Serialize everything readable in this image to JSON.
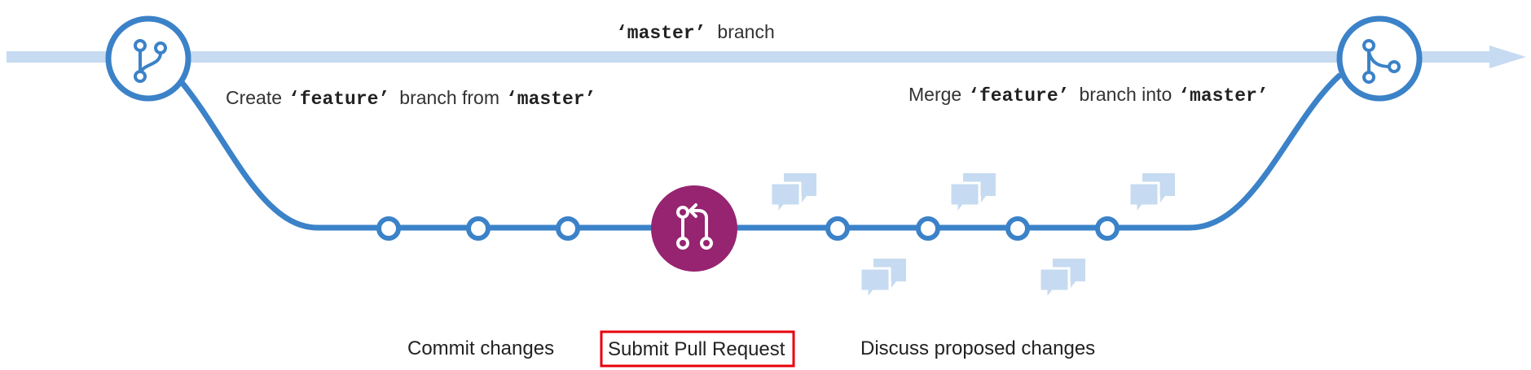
{
  "master_label": {
    "code": "‘master’",
    "text": "branch"
  },
  "create_label": {
    "prefix": "Create",
    "feature_code": "‘feature’",
    "middle": "branch from",
    "master_code": "‘master’"
  },
  "merge_label": {
    "prefix": "Merge",
    "feature_code": "‘feature’",
    "middle": "branch into",
    "master_code": "‘master’"
  },
  "captions": {
    "commit": "Commit changes",
    "pull_request": "Submit Pull Request",
    "discuss": "Discuss proposed changes"
  },
  "colors": {
    "master_arrow": "#c6dbf1",
    "feature_line": "#3b82c8",
    "pull_request_node": "#962470",
    "comment_icon": "#c6dbf1",
    "highlight_box": "#e8000b"
  },
  "icons": {
    "branch_node": "git-branch-icon",
    "merge_node": "git-merge-icon",
    "pull_request_node": "git-pull-request-icon",
    "comment": "comment-bubbles-icon"
  }
}
